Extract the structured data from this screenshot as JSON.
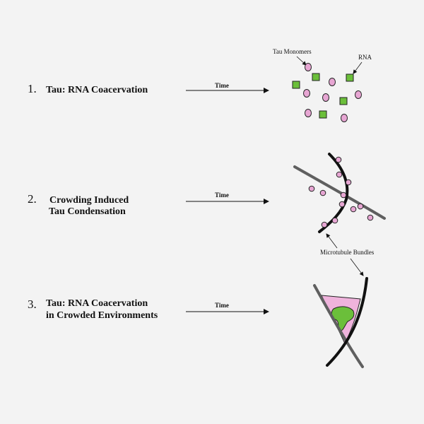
{
  "steps": [
    {
      "number": "1.",
      "lines": [
        "Tau: RNA Coacervation"
      ],
      "arrow_label": "Time"
    },
    {
      "number": "2.",
      "lines": [
        "Crowding Induced",
        "Tau Condensation"
      ],
      "arrow_label": "Time"
    },
    {
      "number": "3.",
      "lines": [
        "Tau: RNA Coacervation",
        "in Crowded Environments"
      ],
      "arrow_label": "Time"
    }
  ],
  "annotations": {
    "tau_monomers": "Tau Monomers",
    "rna": "RNA",
    "microtubule_bundles": "Microtubule Bundles"
  },
  "colors": {
    "background": "#f3f3f3",
    "tau_fill": "#e7a6d3",
    "rna_fill": "#6bbf3a",
    "microtubule_dark": "#111111",
    "microtubule_gray": "#5f5f5f",
    "condensate_fill": "#efb3dc"
  }
}
